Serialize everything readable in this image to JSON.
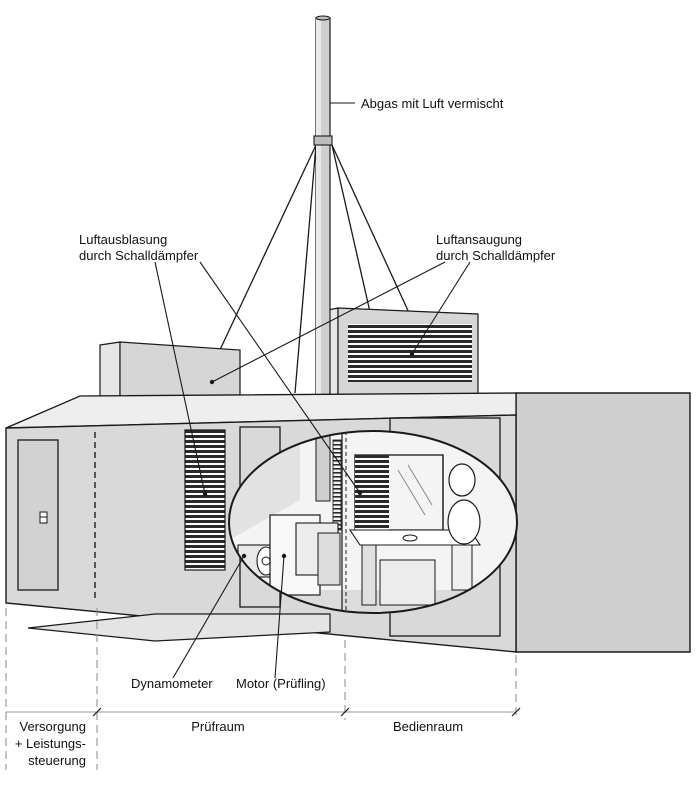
{
  "labels": {
    "exhaust": "Abgas mit Luft vermischt",
    "outlet_line1": "Luftausblasung",
    "outlet_line2": "durch Schalldämpfer",
    "intake_line1": "Luftansaugung",
    "intake_line2": "durch Schalldämpfer",
    "dynamometer": "Dynamometer",
    "motor": "Motor (Prüfling)"
  },
  "zones": {
    "supply_line1": "Versorgung",
    "supply_line2": "+ Leistungs-",
    "supply_line3": "steuerung",
    "test_room": "Prüfraum",
    "control_room": "Bedienraum"
  },
  "colors": {
    "outline": "#1a1a1a",
    "wall_front": "#d9d9d9",
    "wall_side": "#cfcfcf",
    "roof": "#eeeeee",
    "louver": "#2a2a2a",
    "interior": "#f4f4f4"
  }
}
